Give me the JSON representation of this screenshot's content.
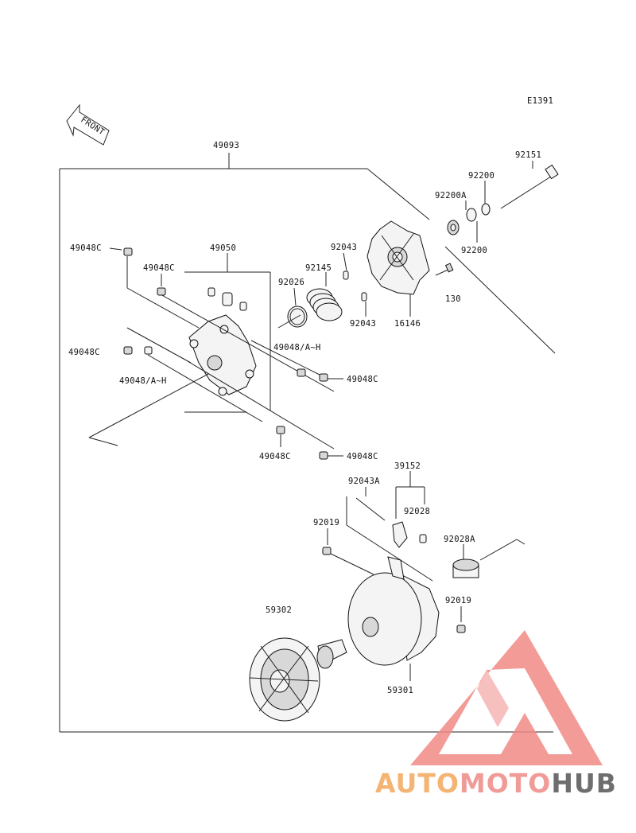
{
  "figure_code": "E1391",
  "direction_label": "FRONT",
  "parts": {
    "assembly_49093": "49093",
    "bolt_92151": "92151",
    "washer_92200_top": "92200",
    "washer_92200a": "92200A",
    "washer_92200_bottom": "92200",
    "pin_92043_top": "92043",
    "pin_92043_bottom": "92043",
    "spring_92145": "92145",
    "ring_92026": "92026",
    "cover_16146": "16146",
    "screw_130": "130",
    "spider_49050": "49050",
    "weight_49048c_tl": "49048C",
    "weight_49048c_t2": "49048C",
    "weight_49048c_ml": "49048C",
    "weight_49048ah_left": "49048/A~H",
    "weight_49048ah_right": "49048/A~H",
    "weight_49048c_r1": "49048C",
    "weight_49048c_r2": "49048C",
    "weight_49048c_bottom": "49048C",
    "roller_39152": "39152",
    "pin_92043a": "92043A",
    "bushing_92028": "92028",
    "bushing_92028a": "92028A",
    "nut_92019_left": "92019",
    "nut_92019_right": "92019",
    "fixed_sheave_59302": "59302",
    "movable_sheave_59301": "59301"
  },
  "watermark": {
    "part1": "AUTO",
    "part2": "MOTO",
    "part3": "HUB",
    "color_auto": "#f3a85c",
    "color_moto": "#ee8a86",
    "color_hub": "#555555",
    "triangle_color": "#f08a86"
  }
}
